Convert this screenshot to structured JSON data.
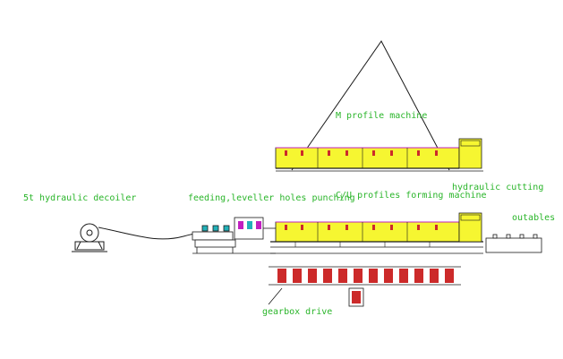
{
  "labels": {
    "decoiler": "5t hydraulic decoiler",
    "feeding": "feeding,leveller holes punching",
    "forming": "C/U profiles forming machine",
    "cutting": "hydraulic cutting",
    "outtables": "outables",
    "m_profile": "M profile machine",
    "gearbox": "gearbox drive"
  },
  "colors": {
    "outline": "#1a1a1a",
    "label": "#2ab52a",
    "machine_fill": "#f6f631",
    "roller": "#cc2a2a",
    "accent": "#c020c0",
    "cyan": "#22b0b8"
  }
}
